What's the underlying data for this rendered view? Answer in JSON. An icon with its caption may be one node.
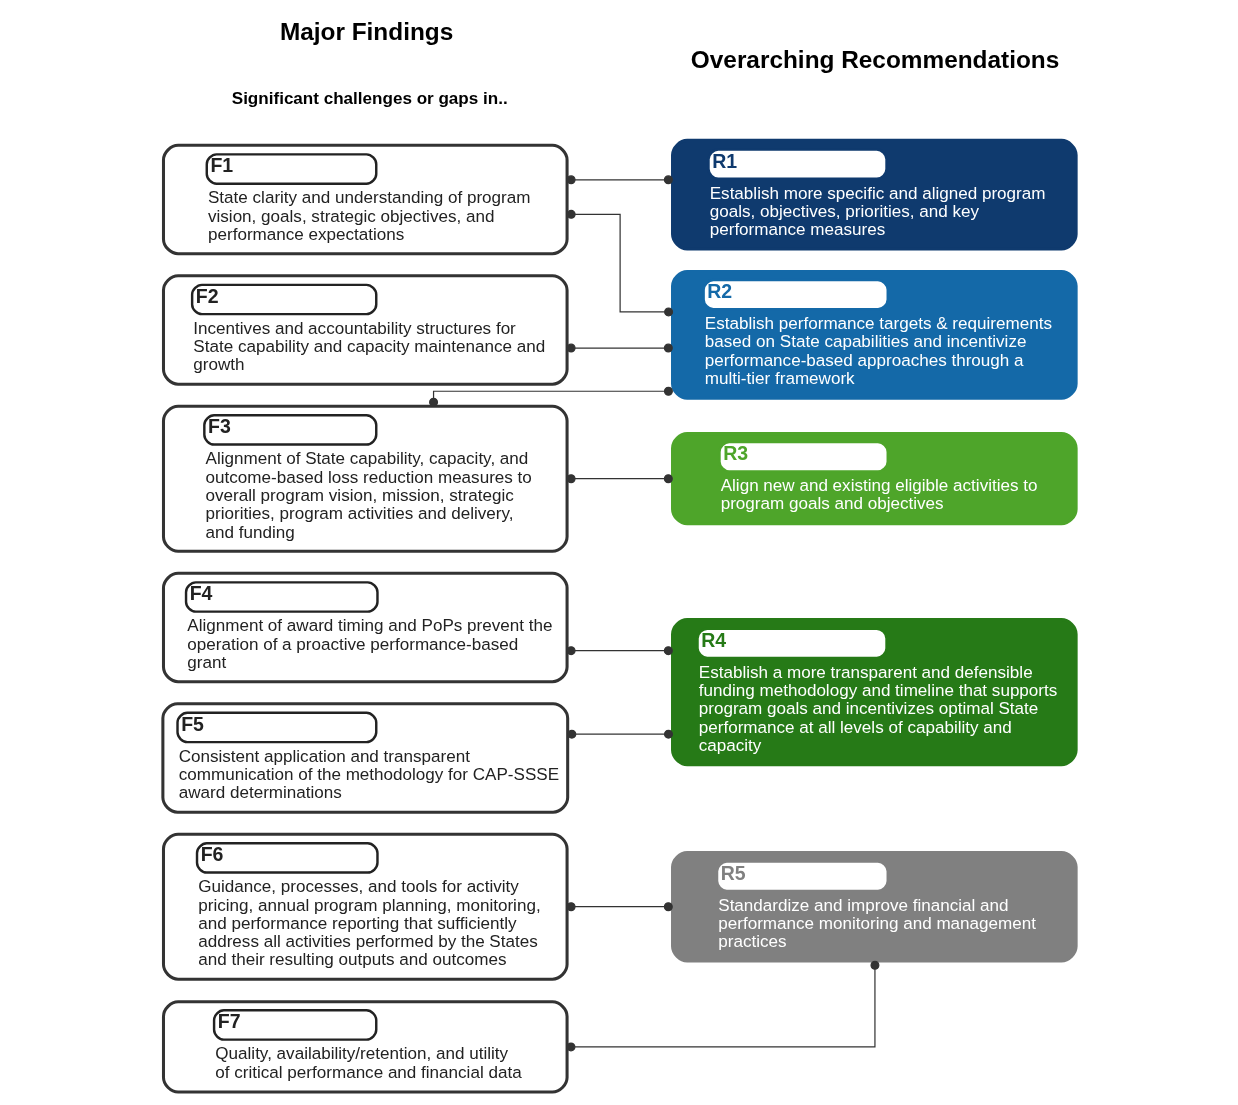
{
  "diagram": {
    "nodes": [
      {
        "text": [
          "F1",
          "State clarity and understanding of program vision, goals, strategic objectives, and performance expectations"
        ]
      },
      {
        "text": [
          "F2",
          "Incentives and accountability structures for State capability and capacity maintenance and growth"
        ]
      },
      {
        "text": [
          "F3",
          "Alignment of State capability, capacity, and outcome-based loss reduction measures to overall program vision, mission, strategic priorities, program activities and delivery, and funding"
        ]
      },
      {
        "text": [
          "F4",
          "Alignment of award timing and PoPs prevent the operation of a proactive performance-based grant"
        ]
      },
      {
        "text": [
          "F5",
          "Consistent application and transparent communication of the methodology for CAP-SSSE award determinations"
        ]
      },
      {
        "text": [
          "F6",
          "Guidance, processes, and tools for activity pricing, annual program planning, monitoring, and performance reporting that sufficiently address all activities performed by the States and their resulting outputs and outcomes"
        ]
      },
      {
        "text": [
          "F7",
          "Quality, availability/retention, and utility of critical performance and financial data"
        ]
      },
      {
        "text": [
          "R1",
          "Establish more specific and aligned program goals, objectives, priorities, and key performance measures"
        ]
      },
      {
        "text": [
          "R2",
          "Establish performance targets & requirements based on State capabilities and incentivize performance-based approaches through a multi-tier framework"
        ]
      },
      {
        "text": [
          "R3",
          "Align new and existing eligible activities to program goals and objectives"
        ]
      },
      {
        "text": [
          "R4",
          "Establish a more transparent and defensible funding methodology and timeline that supports program goals and incentivizes optimal State performance at all levels of capability and capacity"
        ]
      },
      {
        "text": [
          "R5",
          "Standardize and improve financial and performance monitoring and management practices"
        ]
      }
    ],
    "edges": [
      {
        "from": 0,
        "to": 7,
        "arrow": "other"
      },
      {
        "from": 0,
        "to": 8,
        "arrow": "other"
      },
      {
        "from": 1,
        "to": 8,
        "arrow": "other"
      },
      {
        "from": 2,
        "to": 8,
        "arrow": "other"
      },
      {
        "from": 2,
        "to": 9,
        "arrow": "other"
      },
      {
        "from": 3,
        "to": 10,
        "arrow": "other"
      },
      {
        "from": 4,
        "to": 10,
        "arrow": "other"
      },
      {
        "from": 5,
        "to": 11,
        "arrow": "other"
      },
      {
        "from": 6,
        "to": 11,
        "arrow": "other"
      }
    ],
    "labels": [
      "Major Findings",
      "Significant challenges or gaps in..",
      "Overarching Recommendations"
    ]
  }
}
